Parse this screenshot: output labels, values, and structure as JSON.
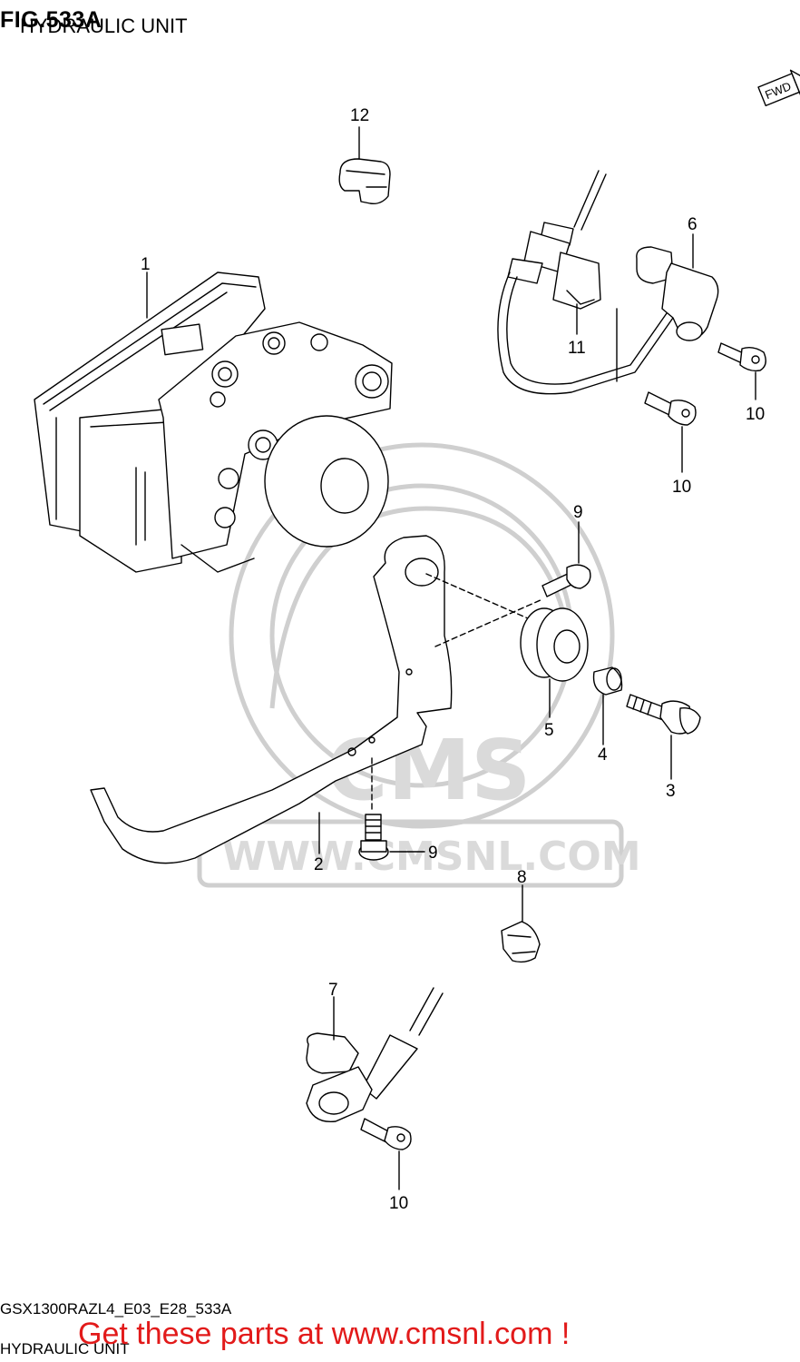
{
  "header": {
    "figure": "FIG.533A",
    "title": "HYDRAULIC UNIT"
  },
  "badge": {
    "label": "FWD"
  },
  "watermark": {
    "text": "WWW.CMSNL.COM",
    "logo": "CMS"
  },
  "callouts": {
    "c1": "1",
    "c2": "2",
    "c3": "3",
    "c4": "4",
    "c5": "5",
    "c6": "6",
    "c7": "7",
    "c8": "8",
    "c9a": "9",
    "c9b": "9",
    "c10a": "10",
    "c10b": "10",
    "c10c": "10",
    "c11": "11",
    "c12": "12"
  },
  "footer": {
    "code": "GSX1300RAZL4_E03_E28_533A",
    "name": "HYDRAULIC UNIT",
    "promo": "Get these parts at www.cmsnl.com !"
  },
  "colors": {
    "promo": "#e21a1a",
    "line": "#000000",
    "watermark": "#cfcfcf"
  }
}
